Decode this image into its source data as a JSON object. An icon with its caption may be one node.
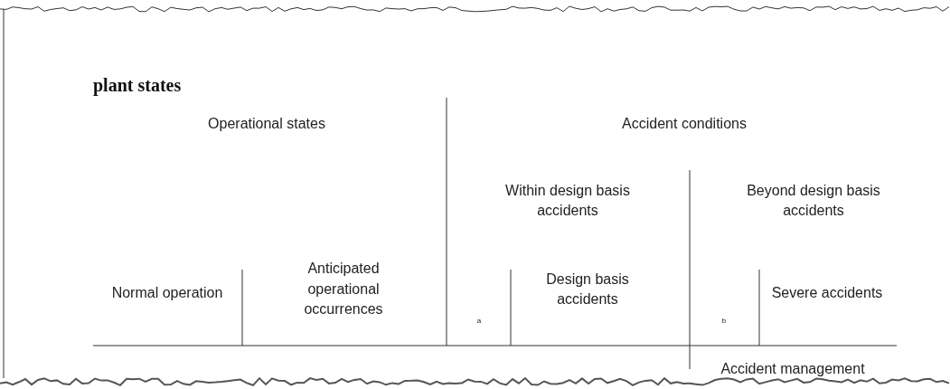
{
  "diagram": {
    "title": "plant states",
    "labels": [
      "Operational states",
      "Accident conditions",
      "Within design basis accidents",
      "Beyond design basis accidents",
      "Anticipated operational occurrences",
      "Design basis accidents",
      "Normal operation",
      "Severe accidents",
      "a",
      "b",
      "Accident management"
    ]
  }
}
